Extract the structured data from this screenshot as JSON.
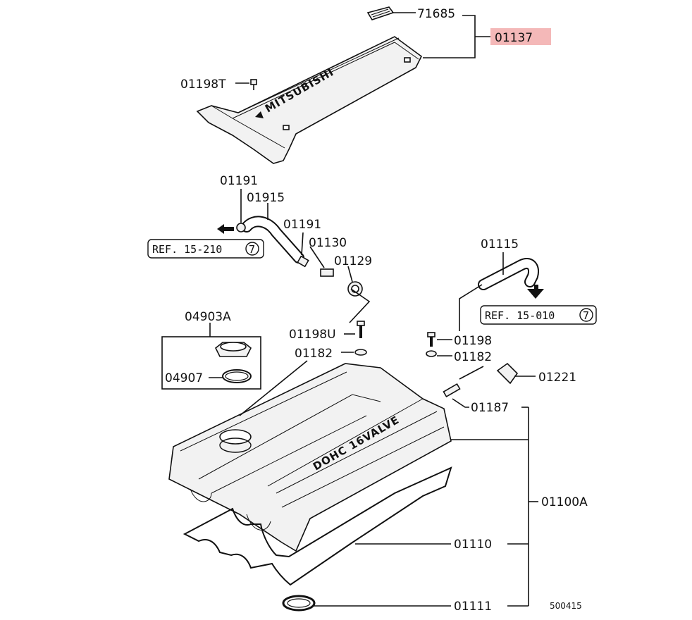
{
  "colors": {
    "highlight": "#f4b8b8",
    "line": "#111111",
    "background": "#ffffff"
  },
  "parts": {
    "p71685": "71685",
    "p01137": "01137",
    "p01198T": "01198T",
    "p01191a": "01191",
    "p01915": "01915",
    "p01191b": "01191",
    "p01130": "01130",
    "p01129": "01129",
    "p01115": "01115",
    "p04903A": "04903A",
    "p04907": "04907",
    "p01198U": "01198U",
    "p01182a": "01182",
    "p01198": "01198",
    "p01182b": "01182",
    "p01221": "01221",
    "p01187": "01187",
    "p01100A": "01100A",
    "p01110": "01110",
    "p01111": "01111"
  },
  "highlighted_part": "01137",
  "references": {
    "ref1": {
      "text": "REF. 15-210",
      "circle": "7"
    },
    "ref2": {
      "text": "REF. 15-010",
      "circle": "7"
    }
  },
  "embossing": {
    "cover": "MITSUBISHI",
    "rocker": "DOHC 16VALVE"
  },
  "diagram_code": "500415",
  "icons": [
    "arrow-left-icon",
    "arrow-down-icon"
  ]
}
